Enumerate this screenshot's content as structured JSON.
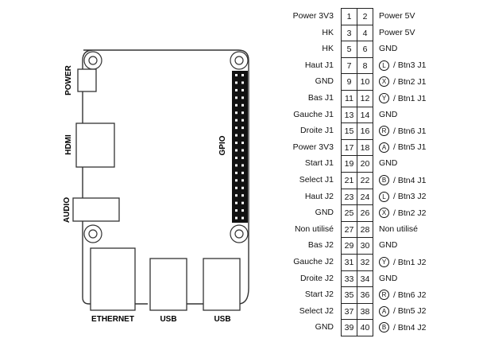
{
  "board": {
    "labels": {
      "power": "POWER",
      "hdmi": "HDMI",
      "audio": "AUDIO",
      "gpio": "GPIO",
      "ethernet": "ETHERNET",
      "usb1": "USB",
      "usb2": "USB"
    },
    "gpio_header": {
      "rows": 20,
      "cols": 2
    }
  },
  "pins": [
    {
      "left_label": "Power 3V3",
      "left_pin": "1",
      "right_pin": "2",
      "right_button": "",
      "right_label": "Power 5V"
    },
    {
      "left_label": "HK",
      "left_pin": "3",
      "right_pin": "4",
      "right_button": "",
      "right_label": "Power 5V"
    },
    {
      "left_label": "HK",
      "left_pin": "5",
      "right_pin": "6",
      "right_button": "",
      "right_label": "GND"
    },
    {
      "left_label": "Haut J1",
      "left_pin": "7",
      "right_pin": "8",
      "right_button": "L",
      "right_label": "/ Btn3 J1"
    },
    {
      "left_label": "GND",
      "left_pin": "9",
      "right_pin": "10",
      "right_button": "X",
      "right_label": "/ Btn2 J1"
    },
    {
      "left_label": "Bas J1",
      "left_pin": "11",
      "right_pin": "12",
      "right_button": "Y",
      "right_label": "/ Btn1 J1"
    },
    {
      "left_label": "Gauche J1",
      "left_pin": "13",
      "right_pin": "14",
      "right_button": "",
      "right_label": "GND"
    },
    {
      "left_label": "Droite J1",
      "left_pin": "15",
      "right_pin": "16",
      "right_button": "R",
      "right_label": "/ Btn6 J1"
    },
    {
      "left_label": "Power 3V3",
      "left_pin": "17",
      "right_pin": "18",
      "right_button": "A",
      "right_label": "/ Btn5 J1"
    },
    {
      "left_label": "Start J1",
      "left_pin": "19",
      "right_pin": "20",
      "right_button": "",
      "right_label": "GND"
    },
    {
      "left_label": "Select J1",
      "left_pin": "21",
      "right_pin": "22",
      "right_button": "B",
      "right_label": "/ Btn4 J1"
    },
    {
      "left_label": "Haut J2",
      "left_pin": "23",
      "right_pin": "24",
      "right_button": "L",
      "right_label": "/ Btn3 J2"
    },
    {
      "left_label": "GND",
      "left_pin": "25",
      "right_pin": "26",
      "right_button": "X",
      "right_label": "/ Btn2 J2"
    },
    {
      "left_label": "Non utilisé",
      "left_pin": "27",
      "right_pin": "28",
      "right_button": "",
      "right_label": "Non utilisé"
    },
    {
      "left_label": "Bas  J2",
      "left_pin": "29",
      "right_pin": "30",
      "right_button": "",
      "right_label": "GND"
    },
    {
      "left_label": "Gauche J2",
      "left_pin": "31",
      "right_pin": "32",
      "right_button": "Y",
      "right_label": "/ Btn1 J2"
    },
    {
      "left_label": "Droite J2",
      "left_pin": "33",
      "right_pin": "34",
      "right_button": "",
      "right_label": "GND"
    },
    {
      "left_label": "Start J2",
      "left_pin": "35",
      "right_pin": "36",
      "right_button": "R",
      "right_label": "/ Btn6 J2"
    },
    {
      "left_label": "Select J2",
      "left_pin": "37",
      "right_pin": "38",
      "right_button": "A",
      "right_label": "/ Btn5 J2"
    },
    {
      "left_label": "GND",
      "left_pin": "39",
      "right_pin": "40",
      "right_button": "B",
      "right_label": "/ Btn4 J2"
    }
  ]
}
